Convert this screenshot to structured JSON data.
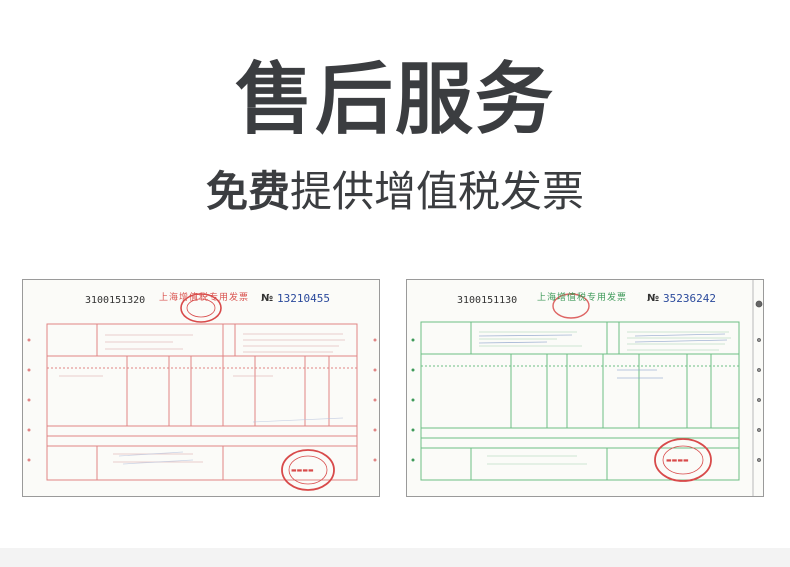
{
  "header": {
    "title": "售后服务",
    "subtitle_strong": "免费",
    "subtitle_rest": "提供增值税发票"
  },
  "invoices": [
    {
      "code": "3100151320",
      "heading": "上海增值税专用发票",
      "no_mark": "№",
      "number": "13210455",
      "accent_color": "#d9534f"
    },
    {
      "code": "3100151130",
      "heading": "上海增值税专用发票",
      "no_mark": "№",
      "number": "35236242",
      "accent_color": "#3f9a5a"
    }
  ],
  "colors": {
    "title_text": "#3b3d40",
    "stamp_red": "#d84a4a",
    "number_blue": "#2b4a9c"
  }
}
